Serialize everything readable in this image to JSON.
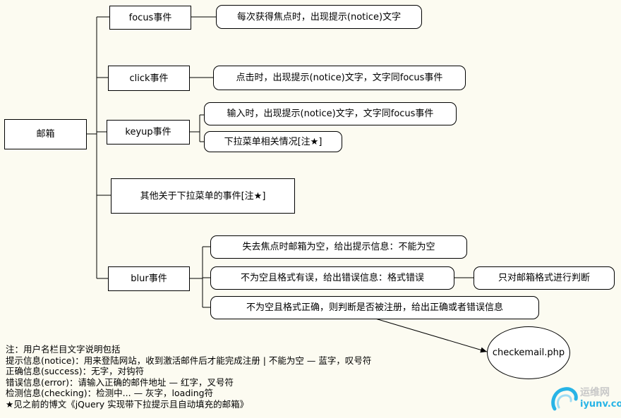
{
  "root": {
    "label": "邮箱"
  },
  "events": {
    "focus": "focus事件",
    "click": "click事件",
    "keyup": "keyup事件",
    "other": "其他关于下拉菜单的事件[注★]",
    "blur": "blur事件"
  },
  "details": {
    "focus": "每次获得焦点时，出现提示(notice)文字",
    "click": "点击时，出现提示(notice)文字，文字同focus事件",
    "keyup_input": "输入时，出现提示(notice)文字，文字同focus事件",
    "keyup_dropdown": "下拉菜单相关情况[注★]",
    "blur_empty": "失去焦点时邮箱为空，给出提示信息：不能为空",
    "blur_format_error": "不为空且格式有误，给出错误信息：格式错误",
    "blur_format_only": "只对邮箱格式进行判断",
    "blur_format_ok": "不为空且格式正确，则判断是否被注册，给出正确或者错误信息",
    "server": "checkemail.php"
  },
  "notes": [
    "注：用户名栏目文字说明包括",
    "提示信息(notice)：用来登陆网站，收到激活邮件后才能完成注册 | 不能为空 — 蓝字，叹号符",
    "正确信息(success)：无字，对钩符",
    "错误信息(error)：请输入正确的邮件地址 — 红字，叉号符",
    "检测信息(checking)：检测中... — 灰字，loading符",
    "★见之前的博文《jQuery 实现带下拉提示且自动填充的邮箱》"
  ],
  "watermark": {
    "cn": "运维网",
    "en": "iyunv.com"
  },
  "colors": {
    "background": "#fcfbf1",
    "watermark_blue": "#28b4e6",
    "watermark_gray": "#c8c8c8"
  }
}
